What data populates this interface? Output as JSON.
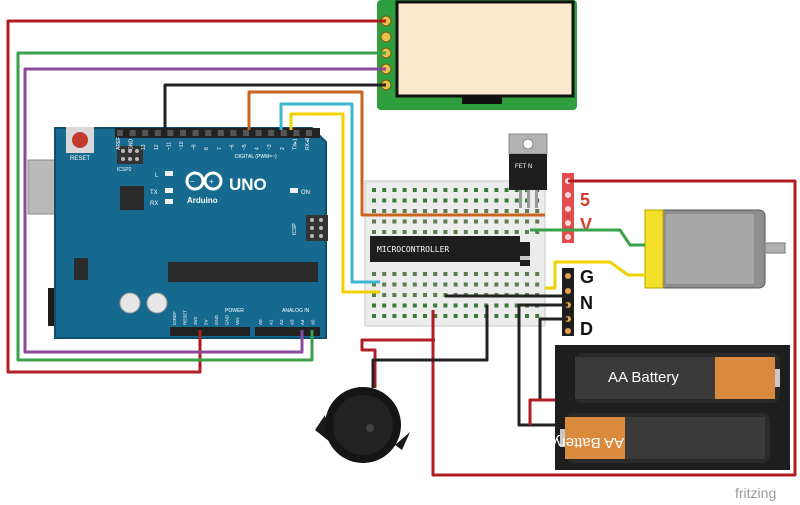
{
  "arduino": {
    "reset_label": "RESET",
    "icsp2_label": "ICSP2",
    "brand": "Arduino",
    "model": "UNO",
    "on_label": "ON",
    "l_label": "L",
    "tx_label": "TX",
    "rx_label": "RX",
    "icsp_label": "ICSP",
    "digital_label": "DIGITAL (PWM=~)",
    "digital_pins": [
      "AREF",
      "GND",
      "13",
      "12",
      "~11",
      "~10",
      "~9",
      "8",
      "7",
      "~6",
      "~5",
      "4",
      "~3",
      "2",
      "TX▸1",
      "RX◂0"
    ],
    "power_label": "POWER",
    "power_pins": [
      "IOREF",
      "RESET",
      "3V3",
      "5V",
      "GND",
      "GND",
      "VIN"
    ],
    "analog_label": "ANALOG IN",
    "analog_pins": [
      "A0",
      "A1",
      "A2",
      "A3",
      "A4",
      "A5"
    ]
  },
  "breadboard": {
    "chip_label": "MICROCONTROLLER"
  },
  "mosfet": {
    "label": "FET N"
  },
  "power_header": {
    "label": "5 V"
  },
  "ground_header": {
    "label": "G N D"
  },
  "battery": {
    "cell_labels": [
      "AA Battery",
      "AA Battery"
    ]
  },
  "watermark": "fritzing",
  "colors": {
    "wire_red": "#b01e24",
    "wire_green": "#3aa14a",
    "wire_purple": "#8a4a9c",
    "wire_black": "#222222",
    "wire_orange": "#c9651e",
    "wire_cyan": "#3fb6cf",
    "wire_yellow": "#f0d000",
    "board_blue": "#176a8f",
    "lcd_bezel": "#2f9e3e",
    "lcd_screen": "#fde9cf",
    "battery_copper": "#d98a3c"
  }
}
